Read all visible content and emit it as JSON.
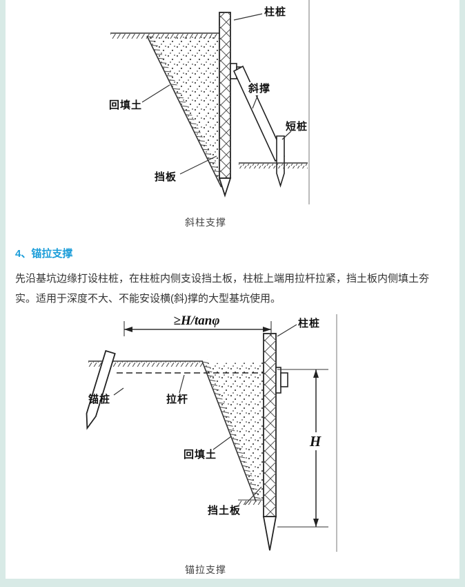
{
  "page": {
    "caption1": "斜柱支撑",
    "heading": "4、锚拉支撑",
    "body": "先沿基坑边缘打设柱桩，在柱桩内侧支设挡土板，柱桩上端用拉杆拉紧，挡土板内侧填土夯实。适用于深度不大、不能安设横(斜)撑的大型基坑使用。",
    "caption2": "锚拉支撑"
  },
  "figure1": {
    "labels": {
      "pile": "柱桩",
      "backfill": "回填土",
      "brace": "斜撑",
      "short_pile": "短桩",
      "board": "挡板"
    }
  },
  "figure2": {
    "labels": {
      "dim": "≥H/tanφ",
      "pile": "柱桩",
      "anchor_pile": "锚桩",
      "tie_rod": "拉杆",
      "backfill": "回填土",
      "height": "H",
      "board": "挡土板"
    }
  },
  "colors": {
    "heading_accent": "#1b9dd9",
    "page_background": "#d8eae6",
    "content_background": "#ffffff"
  }
}
